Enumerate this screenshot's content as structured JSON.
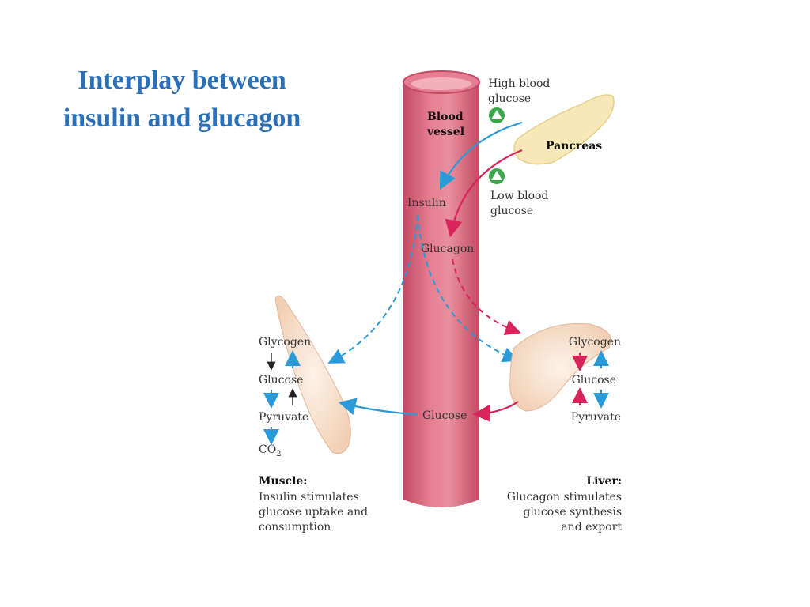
{
  "title": {
    "line1": "Interplay between",
    "line2": "insulin and glucagon"
  },
  "vessel": {
    "label_line1": "Blood",
    "label_line2": "vessel"
  },
  "pancreas": {
    "label": "Pancreas",
    "high_line1": "High blood",
    "high_line2": "glucose",
    "low_line1": "Low blood",
    "low_line2": "glucose"
  },
  "hormones": {
    "insulin": "Insulin",
    "glucagon": "Glucagon"
  },
  "vessel_glucose": "Glucose",
  "muscle": {
    "glycogen": "Glycogen",
    "glucose": "Glucose",
    "pyruvate": "Pyruvate",
    "co2": "CO",
    "co2_sub": "2",
    "heading": "Muscle:",
    "desc_line1": "Insulin stimulates",
    "desc_line2": "glucose uptake and",
    "desc_line3": "consumption"
  },
  "liver": {
    "glycogen": "Glycogen",
    "glucose": "Glucose",
    "pyruvate": "Pyruvate",
    "heading": "Liver:",
    "desc_line1": "Glucagon stimulates",
    "desc_line2": "glucose synthesis",
    "desc_line3": "and export"
  },
  "colors": {
    "insulin_path": "#2a9ad8",
    "glucagon_path": "#d8245a",
    "vessel": "#d9607a",
    "title": "#2a6fb8"
  }
}
